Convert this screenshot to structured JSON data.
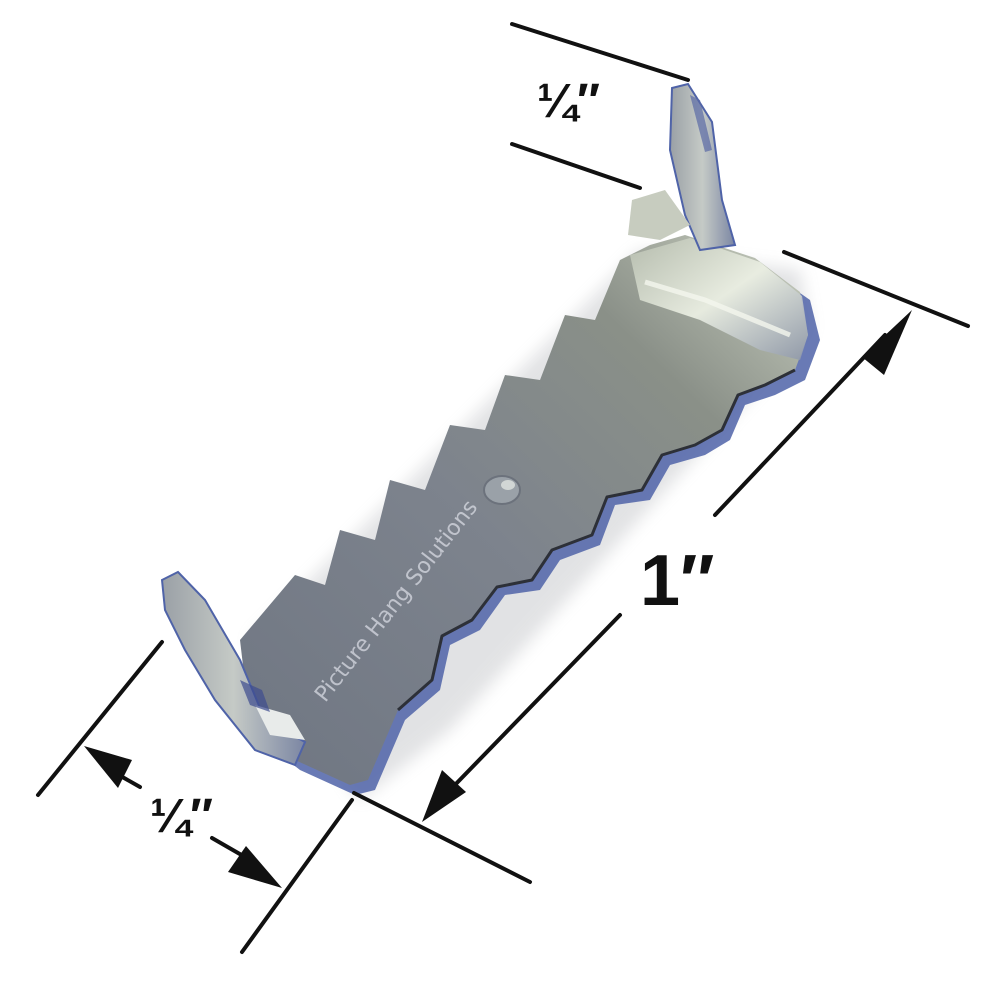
{
  "product": {
    "name": "Sawtooth picture hanger",
    "finish": "zinc-plated steel",
    "colors": {
      "metal_base": "#7c838e",
      "metal_dark": "#5d636d",
      "metal_highlight": "#d9dfd2",
      "edge_blue": "#4f63a8",
      "annotation_black": "#111111",
      "background": "#ffffff"
    }
  },
  "dimensions": {
    "top_tab": {
      "label": "¼″",
      "meaning": "top tab height"
    },
    "bottom_tab": {
      "label": "¼″",
      "meaning": "bottom tab width"
    },
    "length": {
      "label": "1″",
      "meaning": "overall length"
    }
  },
  "watermark": {
    "text": "Picture Hang Solutions"
  }
}
